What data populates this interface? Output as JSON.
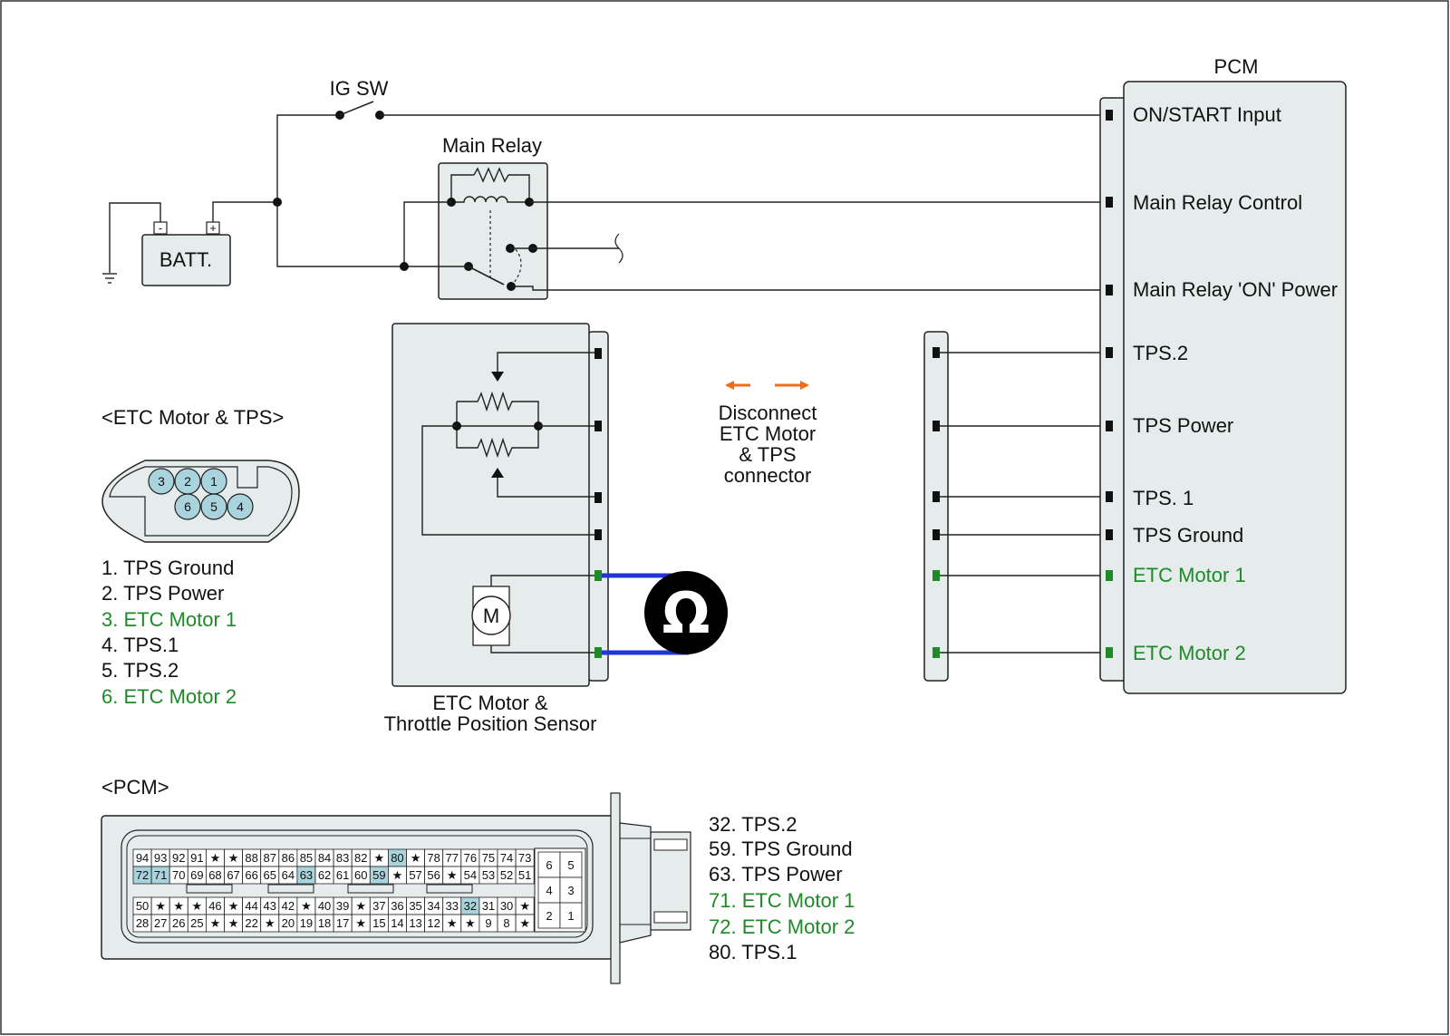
{
  "colors": {
    "panel_fill": "#e6ecec",
    "pin_highlight": "#a9d3dd",
    "etc_motor_green": "#1e8a28",
    "meter_lead_blue": "#1f35d6",
    "arrow_orange": "#f06c1a",
    "terminal_black": "#111111"
  },
  "labels": {
    "ig_sw": "IG SW",
    "main_relay": "Main Relay",
    "battery": "BATT.",
    "battery_minus": "-",
    "battery_plus": "+",
    "pcm": "PCM",
    "motor_symbol": "M",
    "ohm_symbol": "Ω",
    "etc_component_line1": "ETC Motor &",
    "etc_component_line2": "Throttle Position Sensor",
    "disconnect_line1": "Disconnect",
    "disconnect_line2": "ETC Motor",
    "disconnect_line3": "& TPS",
    "disconnect_line4": "connector"
  },
  "pcm_terminals": [
    {
      "label": "ON/START Input",
      "green": false
    },
    {
      "label": "Main Relay Control",
      "green": false
    },
    {
      "label": "Main Relay 'ON' Power",
      "green": false
    },
    {
      "label": "TPS.2",
      "green": false
    },
    {
      "label": "TPS Power",
      "green": false
    },
    {
      "label": "TPS. 1",
      "green": false
    },
    {
      "label": "TPS Ground",
      "green": false
    },
    {
      "label": "ETC Motor 1",
      "green": true
    },
    {
      "label": "ETC Motor 2",
      "green": true
    }
  ],
  "etc_connector": {
    "title": "<ETC Motor & TPS>",
    "top_row": [
      "3",
      "2",
      "1"
    ],
    "bottom_row": [
      "6",
      "5",
      "4"
    ],
    "pin_list": [
      {
        "text": "1. TPS Ground",
        "green": false
      },
      {
        "text": "2. TPS Power",
        "green": false
      },
      {
        "text": "3. ETC Motor 1",
        "green": true
      },
      {
        "text": "4. TPS.1",
        "green": false
      },
      {
        "text": "5. TPS.2",
        "green": false
      },
      {
        "text": "6. ETC Motor 2",
        "green": true
      }
    ]
  },
  "pcm_connector": {
    "title": "<PCM>",
    "rows": [
      [
        "94",
        "93",
        "92",
        "91",
        "★",
        "★",
        "88",
        "87",
        "86",
        "85",
        "84",
        "83",
        "82",
        "★",
        "80",
        "★",
        "78",
        "77",
        "76",
        "75",
        "74",
        "73"
      ],
      [
        "72",
        "71",
        "70",
        "69",
        "68",
        "67",
        "66",
        "65",
        "64",
        "63",
        "62",
        "61",
        "60",
        "59",
        "★",
        "57",
        "56",
        "★",
        "54",
        "53",
        "52",
        "51"
      ],
      [
        "50",
        "★",
        "★",
        "★",
        "46",
        "★",
        "44",
        "43",
        "42",
        "★",
        "40",
        "39",
        "★",
        "37",
        "36",
        "35",
        "34",
        "33",
        "32",
        "31",
        "30",
        "★"
      ],
      [
        "28",
        "27",
        "26",
        "25",
        "★",
        "★",
        "22",
        "★",
        "20",
        "19",
        "18",
        "17",
        "★",
        "15",
        "14",
        "13",
        "12",
        "★",
        "★",
        "9",
        "8",
        "★"
      ]
    ],
    "highlighted": [
      "80",
      "72",
      "71",
      "63",
      "59",
      "32"
    ],
    "small_block": [
      [
        "6",
        "5"
      ],
      [
        "4",
        "3"
      ],
      [
        "2",
        "1"
      ]
    ],
    "pin_list": [
      {
        "text": "32. TPS.2",
        "green": false
      },
      {
        "text": "59. TPS Ground",
        "green": false
      },
      {
        "text": "63. TPS Power",
        "green": false
      },
      {
        "text": "71. ETC Motor 1",
        "green": true
      },
      {
        "text": "72. ETC Motor 2",
        "green": true
      },
      {
        "text": "80. TPS.1",
        "green": false
      }
    ]
  }
}
